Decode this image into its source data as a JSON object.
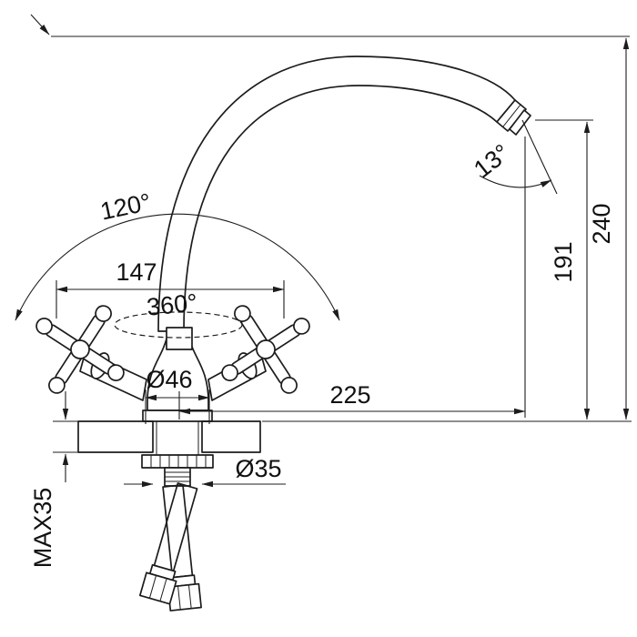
{
  "drawing": {
    "subject": "kitchen-faucet-dimensional-diagram",
    "line_color": "#1c1c1c",
    "background": "#ffffff",
    "dimensions": {
      "handle_swing_angle": "120°",
      "handle_width": "147",
      "spout_rotation": "360°",
      "base_diameter": "Ø46",
      "spout_reach": "225",
      "spout_tilt": "13°",
      "outlet_height": "191",
      "total_height": "240",
      "mount_hole_diameter": "Ø35",
      "max_deck_thickness": "MAX35"
    }
  }
}
